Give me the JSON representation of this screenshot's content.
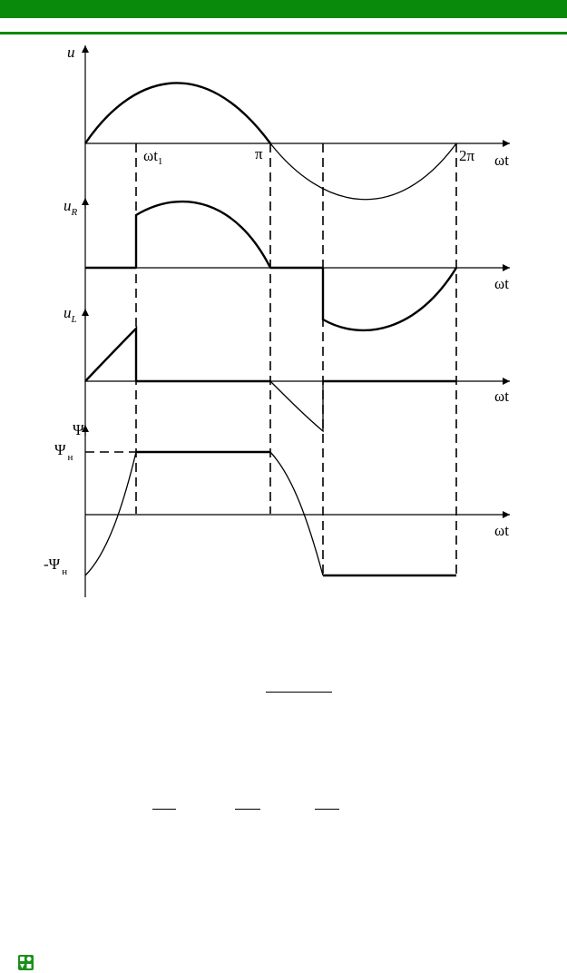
{
  "labels": {
    "u_axis": "u",
    "uR_main": "u",
    "uR_sub": "R",
    "uL_main": "u",
    "uL_sub": "L",
    "psi_axis": "Ψ",
    "psi_n_main": "Ψ",
    "psi_n_sub": "н",
    "neg_psi_n_main": "-Ψ",
    "neg_psi_n_sub": "н",
    "omega_t": "ωt",
    "omega_t1_main": "ωt",
    "omega_t1_sub": "1",
    "pi": "π",
    "two_pi": "2π"
  },
  "colors": {
    "header_green": "#0a8a0a",
    "line": "#000000"
  },
  "icons": {
    "footer": "logo-icon"
  }
}
